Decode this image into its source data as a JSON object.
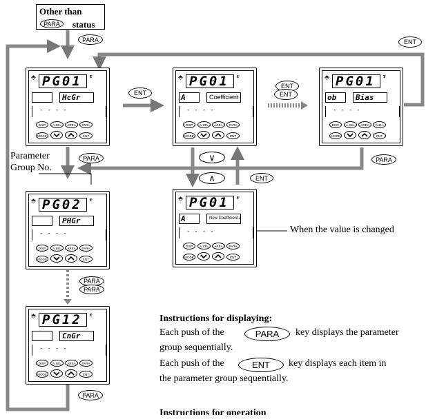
{
  "status": {
    "line1": "Other than",
    "key": "PARA",
    "line2": "status"
  },
  "keys": {
    "para": "PARA",
    "ent": "ENT",
    "down": "∨",
    "up": "∧"
  },
  "panel_buttons": [
    "DISP",
    "A.SEL",
    "AREA",
    "PARA",
    "MODE",
    "ENT"
  ],
  "panels": [
    {
      "id": "p1",
      "pv": "PG01",
      "sv_left": "",
      "sv_right": "HcGr"
    },
    {
      "id": "p2",
      "pv": "PG01",
      "sv_left": "A",
      "sv_right": "Coefficient A"
    },
    {
      "id": "p3",
      "pv": "PG01",
      "sv_left": "ob",
      "sv_right": "Bias"
    },
    {
      "id": "p4",
      "pv": "PG02",
      "sv_left": "",
      "sv_right": "PHGr"
    },
    {
      "id": "p5",
      "pv": "PG01",
      "sv_left": "A",
      "sv_right": "New Coefficient A"
    },
    {
      "id": "p6",
      "pv": "PG12",
      "sv_left": "",
      "sv_right": "CnGr"
    }
  ],
  "labels": {
    "param_group": "Parameter",
    "param_group2": "Group No.",
    "value_changed": "When the value is changed"
  },
  "instructions": {
    "heading": "Instructions for displaying:",
    "line1a": "Each push of the",
    "line1b": "key displays the parameter",
    "line2": "group sequentially.",
    "line3a": "Each push of the",
    "line3b": "key displays each item in",
    "line4": "the parameter group sequentially.",
    "cut": "Instructions for operation"
  }
}
